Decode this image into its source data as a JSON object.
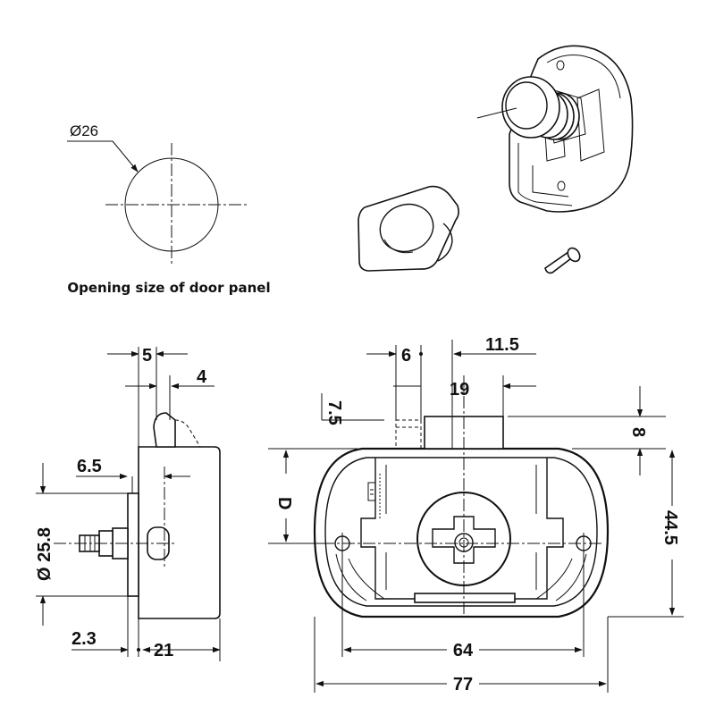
{
  "opening": {
    "diameter_label": "Ø26",
    "caption": "Opening size of door panel"
  },
  "side_view": {
    "dim_5": "5",
    "dim_4": "4",
    "dim_6_5": "6.5",
    "dim_dia_25_8": "Ø 25.8",
    "dim_2_3": "2.3",
    "dim_21": "21"
  },
  "front_view": {
    "dim_6": "6",
    "dim_11_5": "11.5",
    "dim_7_5": "7.5",
    "dim_19": "19",
    "dim_8": "8",
    "dim_D": "D",
    "dim_44_5": "44.5",
    "dim_64": "64",
    "dim_77": "77"
  }
}
